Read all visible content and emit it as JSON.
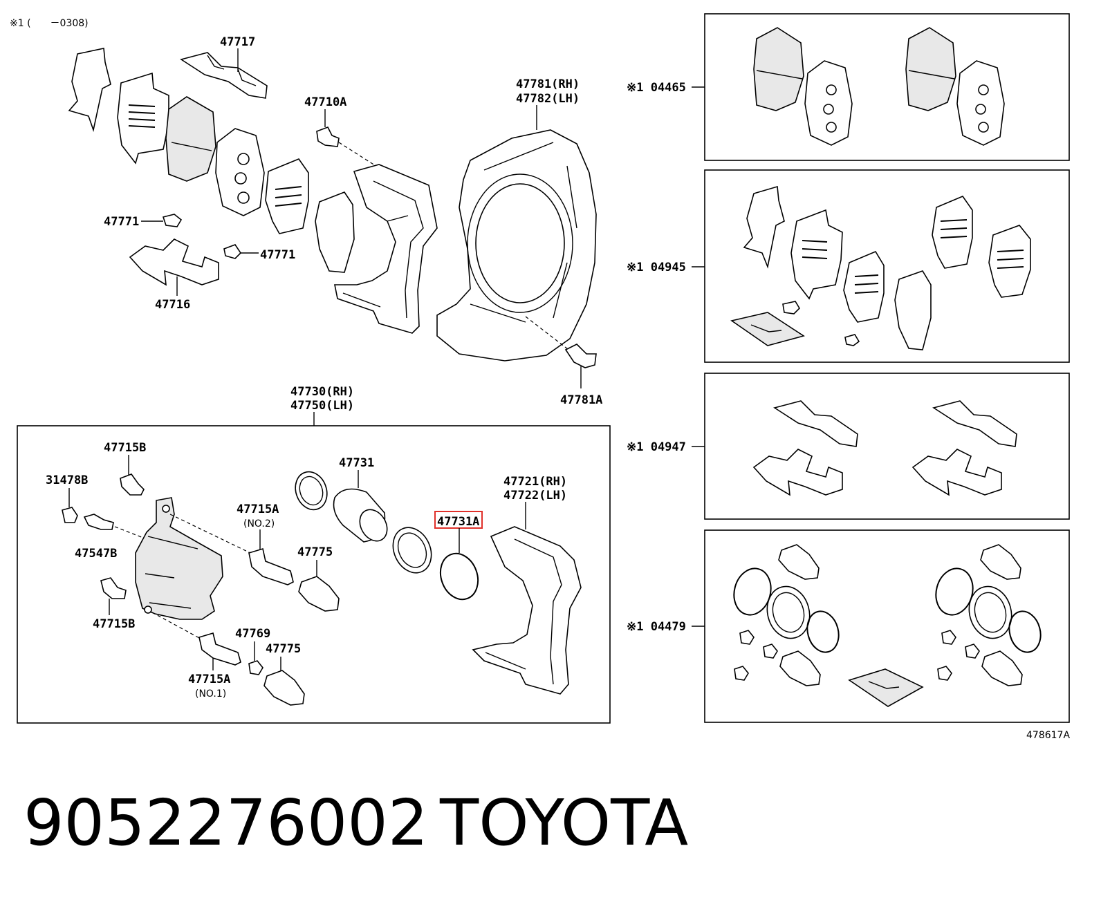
{
  "header_note": "※1 (　　－0308)",
  "callouts": {
    "c47717": "47717",
    "c47710A": "47710A",
    "c47781rh": "47781(RH)",
    "c47782lh": "47782(LH)",
    "c47771a": "47771",
    "c47771b": "47771",
    "c47716": "47716",
    "c47781A": "47781A",
    "c47730rh": "47730(RH)",
    "c47750lh": "47750(LH)",
    "c47715B_top": "47715B",
    "c31478B": "31478B",
    "c47731": "47731",
    "c47721rh": "47721(RH)",
    "c47722lh": "47722(LH)",
    "c47715A_no2": "47715A",
    "no2": "(NO.2)",
    "c47731A": "47731A",
    "c47547B": "47547B",
    "c47775a": "47775",
    "c47715B_bot": "47715B",
    "c47769": "47769",
    "c47775b": "47775",
    "c47715A_no1": "47715A",
    "no1": "(NO.1)"
  },
  "kits": [
    {
      "label": "※1 04465"
    },
    {
      "label": "※1 04945"
    },
    {
      "label": "※1 04947"
    },
    {
      "label": "※1 04479"
    }
  ],
  "diagram_id": "478617A",
  "footer": {
    "part_number": "9052276002",
    "brand": "TOYOTA"
  },
  "highlight_color": "#e0302a"
}
